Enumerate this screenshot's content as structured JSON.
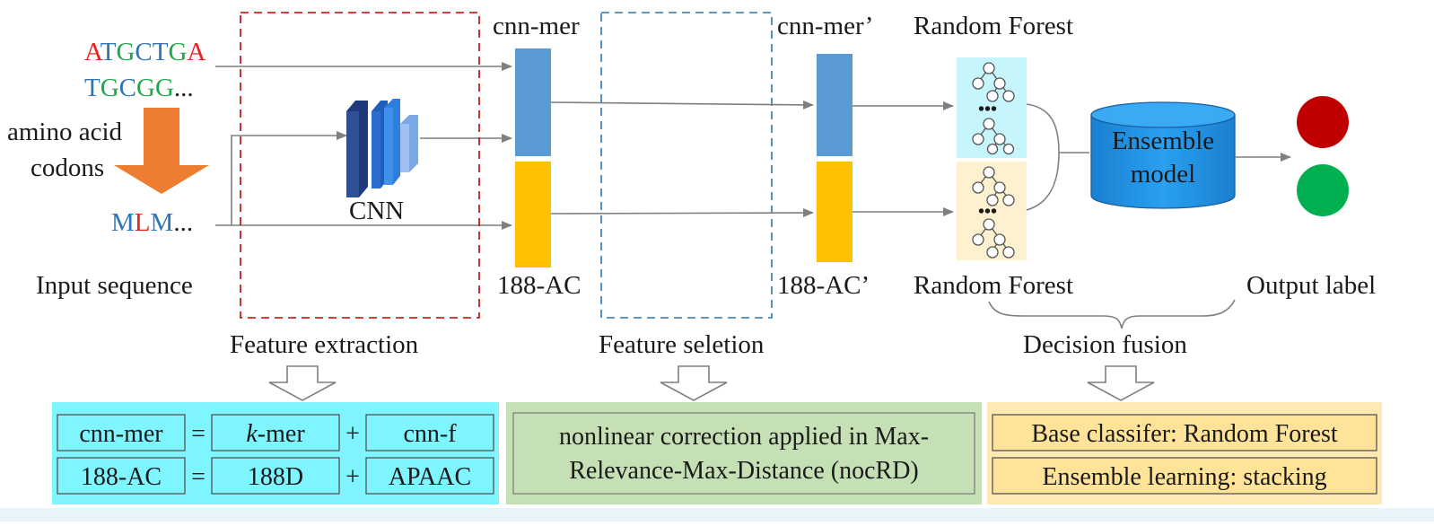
{
  "input": {
    "dna_line1": [
      {
        "ch": "A",
        "color": "#e8231f"
      },
      {
        "ch": "T",
        "color": "#2e75b6"
      },
      {
        "ch": "G",
        "color": "#1fa84a"
      },
      {
        "ch": "C",
        "color": "#2e75b6"
      },
      {
        "ch": "T",
        "color": "#2e75b6"
      },
      {
        "ch": "G",
        "color": "#1fa84a"
      },
      {
        "ch": "A",
        "color": "#e8231f"
      }
    ],
    "dna_line2": [
      {
        "ch": "T",
        "color": "#2e75b6"
      },
      {
        "ch": "G",
        "color": "#1fa84a"
      },
      {
        "ch": "C",
        "color": "#2e75b6"
      },
      {
        "ch": "G",
        "color": "#1fa84a"
      },
      {
        "ch": "G",
        "color": "#1fa84a"
      },
      {
        "ch": "...",
        "color": "#1a1a1a"
      }
    ],
    "protein": [
      {
        "ch": "M",
        "color": "#2e75b6"
      },
      {
        "ch": "L",
        "color": "#e8231f"
      },
      {
        "ch": "M",
        "color": "#2e75b6"
      },
      {
        "ch": "...",
        "color": "#1a1a1a"
      }
    ],
    "translation_line1": "amino acid",
    "translation_line2": "codons",
    "caption": "Input sequence"
  },
  "cnn_label": "CNN",
  "features": {
    "cnn_mer": "cnn-mer",
    "ac188": "188-AC",
    "cnn_mer_prime": "cnn-mer’",
    "ac188_prime": "188-AC’"
  },
  "rf": {
    "top_label": "Random Forest",
    "bottom_label": "Random Forest",
    "dots": "•••"
  },
  "ensemble": {
    "line1": "Ensemble",
    "line2": "model"
  },
  "output": {
    "caption": "Output label",
    "colors": {
      "positive": "#c00000",
      "negative": "#00b050"
    }
  },
  "stages": {
    "extraction": "Feature extraction",
    "selection": "Feature seletion",
    "fusion": "Decision fusion"
  },
  "details": {
    "extraction": {
      "row1": {
        "name": "cnn-mer",
        "eq": "=",
        "part_a_italic": "k",
        "part_a_rest": "-mer",
        "plus": "+",
        "part_b": "cnn-f"
      },
      "row2": {
        "name": "188-AC",
        "eq": "=",
        "part_a": "188D",
        "plus": "+",
        "part_b": "APAAC"
      }
    },
    "selection": {
      "line1": "nonlinear correction applied in Max-",
      "line2": "Relevance-Max-Distance (nocRD)"
    },
    "fusion": {
      "line1": "Base classifer: Random Forest",
      "line2": "Ensemble learning: stacking"
    }
  },
  "palette": {
    "blue_bar": "#5b9bd5",
    "yellow_bar": "#ffc000",
    "orange_arrow": "#ed7d31",
    "red_dash": "#c00000",
    "blue_dash": "#2e75b6",
    "cyan_panel": "#7ff5ff",
    "green_panel": "#c5e0b4",
    "beige_panel": "#fde9b4",
    "cylinder": "#1e90e0",
    "rf_top_bg": "#c6f6fb",
    "rf_bottom_bg": "#fdf1d0"
  }
}
